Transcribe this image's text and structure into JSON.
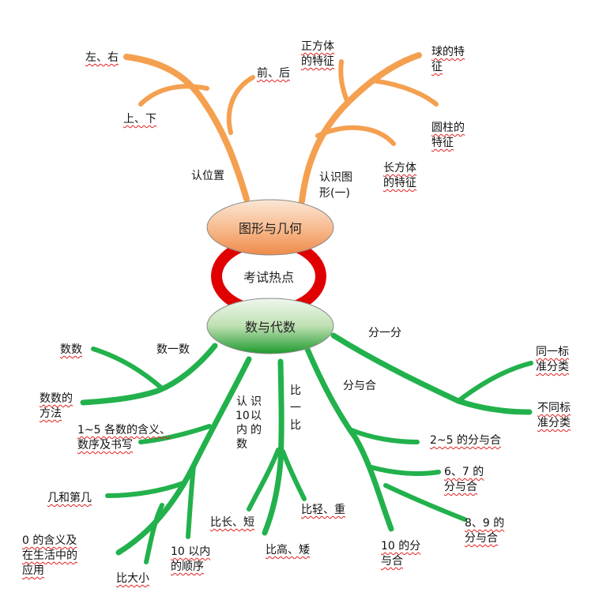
{
  "center": {
    "label": "考试热点"
  },
  "top_node": {
    "label": "图形与几何"
  },
  "bottom_node": {
    "label": "数与代数"
  },
  "geometry": {
    "branch_position": {
      "label": "认位置",
      "children": [
        "左、右",
        "前、后",
        "上、下"
      ]
    },
    "branch_shapes": {
      "label_line1": "认识图",
      "label_line2": "形(一)",
      "children": [
        {
          "line1": "正方体",
          "line2": "的特征"
        },
        {
          "line1": "球的特",
          "line2": "征"
        },
        {
          "line1": "圆柱的",
          "line2": "特征"
        },
        {
          "line1": "长方体",
          "line2": "的特征"
        }
      ]
    }
  },
  "algebra": {
    "count": {
      "label": "数一数",
      "children": [
        {
          "line1": "数数",
          "line2": ""
        },
        {
          "line1": "数数的",
          "line2": "方法"
        }
      ]
    },
    "within10": {
      "label": "认识10以内的数",
      "col1": "认10内数",
      "col2": "识以的",
      "children": [
        {
          "line1": "1~5 各数的含义、",
          "line2": "数序及书写"
        },
        {
          "line1": "几和第几",
          "line2": ""
        },
        {
          "line1": "0 的含义及",
          "line2": "在生活中的",
          "line3": "应用"
        },
        {
          "line1": "比大小",
          "line2": ""
        },
        {
          "line1": "10 以内",
          "line2": "的顺序"
        }
      ]
    },
    "compare": {
      "label": "比一比",
      "children": [
        "比长、短",
        "比高、矮",
        "比轻、重"
      ]
    },
    "classify": {
      "label": "分一分",
      "children": [
        {
          "line1": "同一标",
          "line2": "准分类"
        },
        {
          "line1": "不同标",
          "line2": "准分类"
        }
      ]
    },
    "split": {
      "label": "分与合",
      "children": [
        {
          "line1": "2~5 的分与合",
          "line2": ""
        },
        {
          "line1": "6、7 的",
          "line2": "分与合"
        },
        {
          "line1": "8、9 的",
          "line2": "分与合"
        },
        {
          "line1": "10 的分",
          "line2": "与合"
        }
      ]
    }
  },
  "colors": {
    "orange": "#f4a050",
    "green": "#22b14c",
    "ring": "#e00000"
  }
}
